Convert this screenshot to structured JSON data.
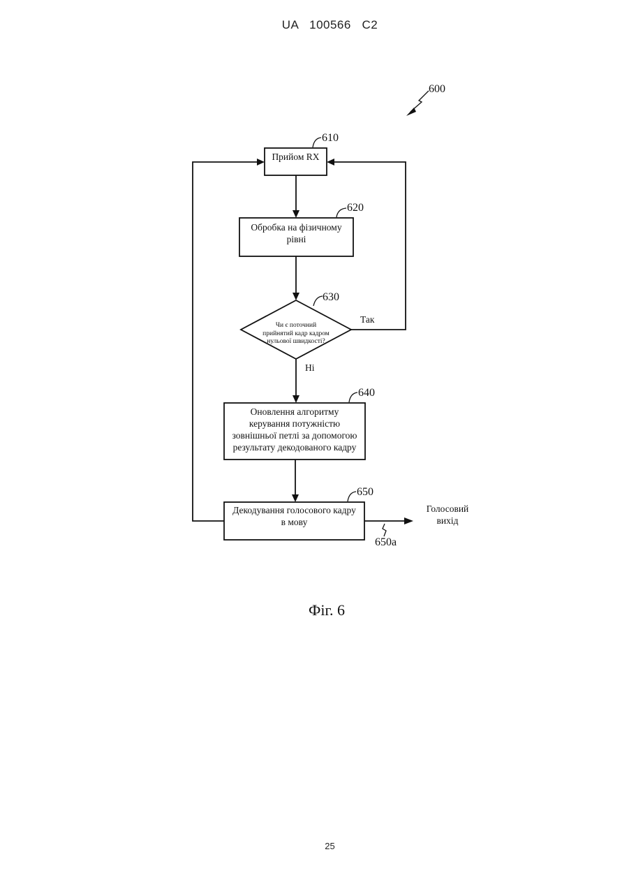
{
  "header": {
    "office": "UA",
    "number": "100566",
    "kind": "C2"
  },
  "figure": {
    "ref": "600",
    "caption": "Фіг. 6"
  },
  "nodes": {
    "n610": {
      "ref": "610",
      "lines": [
        "Прийом RX"
      ]
    },
    "n620": {
      "ref": "620",
      "lines": [
        "Обробка на фізичному",
        "рівні"
      ]
    },
    "n630": {
      "ref": "630",
      "lines": [
        "Чи є поточний",
        "прийнятий кадр кадром",
        "нульової швидкості?"
      ]
    },
    "n640": {
      "ref": "640",
      "lines": [
        "Оновлення алгоритму",
        "керування потужністю",
        "зовнішньої петлі за допомогою",
        "результату декодованого кадру"
      ]
    },
    "n650": {
      "ref": "650",
      "lines": [
        "Декодування голосового кадру",
        "в мову"
      ]
    }
  },
  "edges": {
    "yes_label": "Так",
    "no_label": "Ні",
    "output_ref": "650a",
    "output_lines": [
      "Голосовий",
      "вихід"
    ]
  },
  "footer": {
    "page_number": "25"
  }
}
